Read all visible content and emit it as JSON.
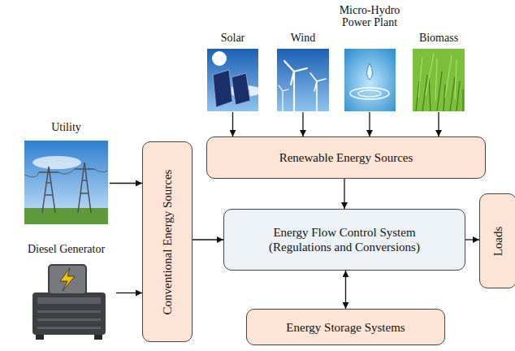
{
  "diagram": {
    "nodes": [
      {
        "text": [
          "Utility"
        ]
      },
      {
        "text": [
          "Diesel Generator"
        ]
      },
      {
        "text": [
          "Conventional Energy Sources"
        ]
      },
      {
        "text": [
          "Solar"
        ]
      },
      {
        "text": [
          "Wind"
        ]
      },
      {
        "text": [
          "Micro-Hydro Power Plant"
        ]
      },
      {
        "text": [
          "Biomass"
        ]
      },
      {
        "text": [
          "Renewable Energy Sources"
        ]
      },
      {
        "text": [
          "Energy Flow Control System (Regulations and Conversions)"
        ]
      },
      {
        "text": [
          "Loads"
        ]
      },
      {
        "text": [
          "Energy Storage Systems"
        ]
      }
    ],
    "edges": [
      {
        "from": 0,
        "to": 2,
        "arrow": "to"
      },
      {
        "from": 1,
        "to": 2,
        "arrow": "to"
      },
      {
        "from": 3,
        "to": 7,
        "arrow": "to"
      },
      {
        "from": 4,
        "to": 7,
        "arrow": "to"
      },
      {
        "from": 5,
        "to": 7,
        "arrow": "to"
      },
      {
        "from": 6,
        "to": 7,
        "arrow": "to"
      },
      {
        "from": 2,
        "to": 8,
        "arrow": "to"
      },
      {
        "from": 7,
        "to": 8,
        "arrow": "to"
      },
      {
        "from": 8,
        "to": 9,
        "arrow": "to"
      },
      {
        "from": 8,
        "to": 10,
        "arrow": "both"
      }
    ]
  }
}
